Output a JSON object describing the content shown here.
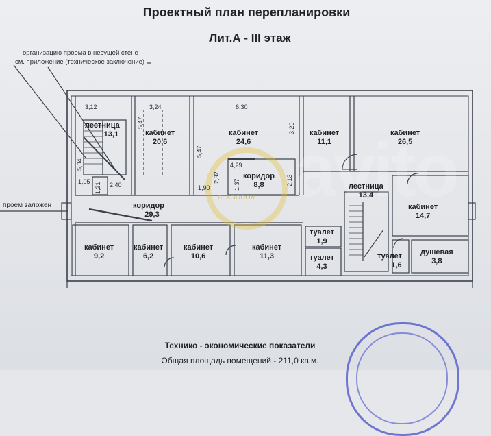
{
  "header": {
    "title": "Проектный план перепланировки",
    "subtitle": "Лит.А - III этаж"
  },
  "notes": {
    "opening_line1": "организацию проема  в несущей стене",
    "opening_line2": "см. приложение (техническое заключение)",
    "opening_closed": "проем заложен"
  },
  "rooms": {
    "stair_a": {
      "name": "лестница",
      "area": "13,1"
    },
    "office_1": {
      "name": "кабинет",
      "area": "20,6"
    },
    "office_2": {
      "name": "кабинет",
      "area": "24,6"
    },
    "office_3": {
      "name": "кабинет",
      "area": "11,1"
    },
    "office_4": {
      "name": "кабинет",
      "area": "26,5"
    },
    "corridor_small": {
      "name": "коридор",
      "area": "8,8"
    },
    "corridor_main": {
      "name": "коридор",
      "area": "29,3"
    },
    "stair_b": {
      "name": "лестница",
      "area": "13,4"
    },
    "office_5": {
      "name": "кабинет",
      "area": "14,7"
    },
    "office_6": {
      "name": "кабинет",
      "area": "9,2"
    },
    "office_7": {
      "name": "кабинет",
      "area": "6,2"
    },
    "office_8": {
      "name": "кабинет",
      "area": "10,6"
    },
    "office_9": {
      "name": "кабинет",
      "area": "11,3"
    },
    "wc_1": {
      "name": "туалет",
      "area": "1,9"
    },
    "wc_2": {
      "name": "туалет",
      "area": "4,3"
    },
    "wc_3": {
      "name": "туалет",
      "area": "1,6"
    },
    "shower": {
      "name": "душевая",
      "area": "3,8"
    }
  },
  "dimensions": {
    "d312": "3,12",
    "d324": "3,24",
    "d630": "6,30",
    "d547a": "5,47",
    "d547b": "5,47",
    "d320": "3,20",
    "d504": "5,04",
    "d105": "1,05",
    "d121": "1,21",
    "d240": "2,40",
    "d429": "4,29",
    "d232": "2,32",
    "d190": "1,90",
    "d137": "1,37",
    "d213": "2,13"
  },
  "watermark": {
    "text": "BLAGODOM"
  },
  "footer": {
    "heading": "Технико - экономические показатели",
    "total": "Общая площадь помещений - 211,0 кв.м."
  },
  "colors": {
    "line": "#3a3f4a",
    "paper": "#e6e7ea",
    "stamp": "#3c46c8"
  }
}
